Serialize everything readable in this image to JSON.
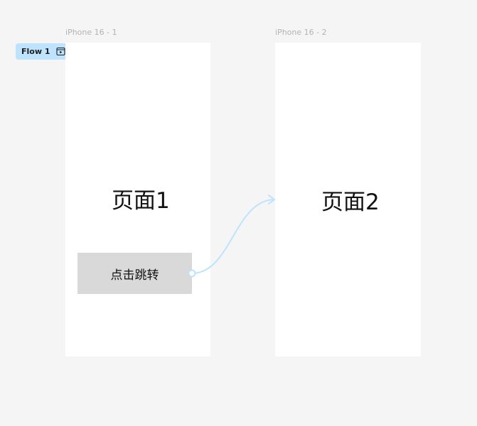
{
  "canvas": {
    "background": "#f5f5f5"
  },
  "flow": {
    "label": "Flow 1",
    "icon": "play-frame-icon",
    "color": "#bde3ff"
  },
  "frames": [
    {
      "label": "iPhone 16 - 1",
      "title": "页面1",
      "button_label": "点击跳转"
    },
    {
      "label": "iPhone 16 - 2",
      "title": "页面2"
    }
  ],
  "connector": {
    "color": "#bde3ff",
    "icon": "arrow-head-icon"
  }
}
